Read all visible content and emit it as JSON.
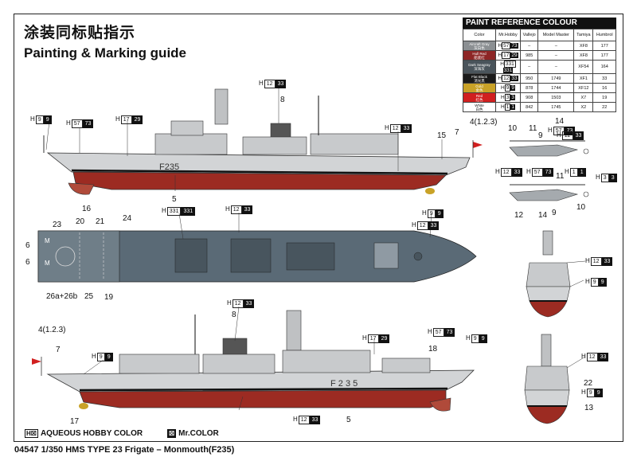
{
  "title_cn": "涂装同标贴指示",
  "title_en": "Painting & Marking guide",
  "paint_table": {
    "header": "PAINT REFERENCE COLOUR",
    "columns": [
      "Color",
      "Mr.Hobby",
      "Vallejo",
      "Model Master",
      "Tamiya",
      "Humbrol"
    ],
    "rows": [
      {
        "name": "Aircraft Gray",
        "cn": "灰白色",
        "swatch": "#8b8f92",
        "h": "57",
        "k": "73",
        "vallejo": "–",
        "master": "–",
        "tamiya": "XF8",
        "humbrol": "177"
      },
      {
        "name": "Hull Red",
        "cn": "船底红",
        "swatch": "#8d2626",
        "h": "17",
        "k": "29",
        "vallejo": "985",
        "master": "–",
        "tamiya": "XF8",
        "humbrol": "177"
      },
      {
        "name": "Dark Seagray",
        "cn": "深海灰",
        "swatch": "#4a545b",
        "h": "331",
        "k": "331",
        "vallejo": "–",
        "master": "–",
        "tamiya": "XF54",
        "humbrol": "164"
      },
      {
        "name": "Flat Black",
        "cn": "消光黑",
        "swatch": "#1a1a1a",
        "h": "12",
        "k": "33",
        "vallejo": "950",
        "master": "1749",
        "tamiya": "XF1",
        "humbrol": "33"
      },
      {
        "name": "Gold",
        "cn": "金色",
        "swatch": "#c9a227",
        "h": "9",
        "k": "9",
        "vallejo": "878",
        "master": "1744",
        "tamiya": "XF12",
        "humbrol": "16"
      },
      {
        "name": "Red",
        "cn": "红色",
        "swatch": "#d11f1f",
        "h": "3",
        "k": "3",
        "vallejo": "908",
        "master": "1503",
        "tamiya": "X7",
        "humbrol": "19"
      },
      {
        "name": "White",
        "cn": "白色",
        "swatch": "#ffffff",
        "h": "1",
        "k": "1",
        "vallejo": "842",
        "master": "1745",
        "tamiya": "X2",
        "humbrol": "22"
      }
    ]
  },
  "hull_number": "F235",
  "hull_number_spaced": "F 2 3 5",
  "callouts": [
    {
      "h": "9",
      "k": "9"
    },
    {
      "h": "57",
      "k": "73"
    },
    {
      "h": "17",
      "k": "29"
    },
    {
      "h": "12",
      "k": "33"
    },
    {
      "h": "12",
      "k": "33"
    },
    {
      "h": "331",
      "k": "331"
    },
    {
      "h": "12",
      "k": "33"
    },
    {
      "h": "9",
      "k": "9"
    },
    {
      "h": "12",
      "k": "33"
    },
    {
      "h": "12",
      "k": "33"
    },
    {
      "h": "9",
      "k": "9"
    },
    {
      "h": "17",
      "k": "29"
    },
    {
      "h": "57",
      "k": "73"
    },
    {
      "h": "9",
      "k": "9"
    },
    {
      "h": "12",
      "k": "33"
    },
    {
      "h": "57",
      "k": "73"
    },
    {
      "h": "12",
      "k": "33"
    },
    {
      "h": "12",
      "k": "33"
    },
    {
      "h": "57",
      "k": "73"
    },
    {
      "h": "1",
      "k": "1"
    },
    {
      "h": "3",
      "k": "3"
    },
    {
      "h": "12",
      "k": "33"
    },
    {
      "h": "9",
      "k": "9"
    },
    {
      "h": "12",
      "k": "33"
    },
    {
      "h": "9",
      "k": "9"
    }
  ],
  "numbers": {
    "n8a": "8",
    "n7a": "7",
    "n15": "15",
    "n4a": "4(1.2.3)",
    "n5a": "5",
    "n16": "16",
    "n23": "23",
    "n20": "20",
    "n21": "21",
    "n24": "24",
    "n6a": "6",
    "n6b": "6",
    "n26": "26a+26b",
    "n25": "25",
    "n19": "19",
    "n4b": "4(1.2.3)",
    "n7b": "7",
    "n8b": "8",
    "n18": "18",
    "n17": "17",
    "n5b": "5",
    "h10a": "10",
    "h11a": "11",
    "h9a": "9",
    "h14a": "14",
    "h11b": "11",
    "h12": "12",
    "h14b": "14",
    "h9b": "9",
    "h10b": "10",
    "n22": "22",
    "n13": "13"
  },
  "legend": {
    "h_box": "H☒",
    "h_text": "AQUEOUS HOBBY COLOR",
    "k_box": "☒",
    "k_text": "Mr.COLOR"
  },
  "footer": "04547 1/350 HMS TYPE 23 Frigate – Monmouth(F235)"
}
